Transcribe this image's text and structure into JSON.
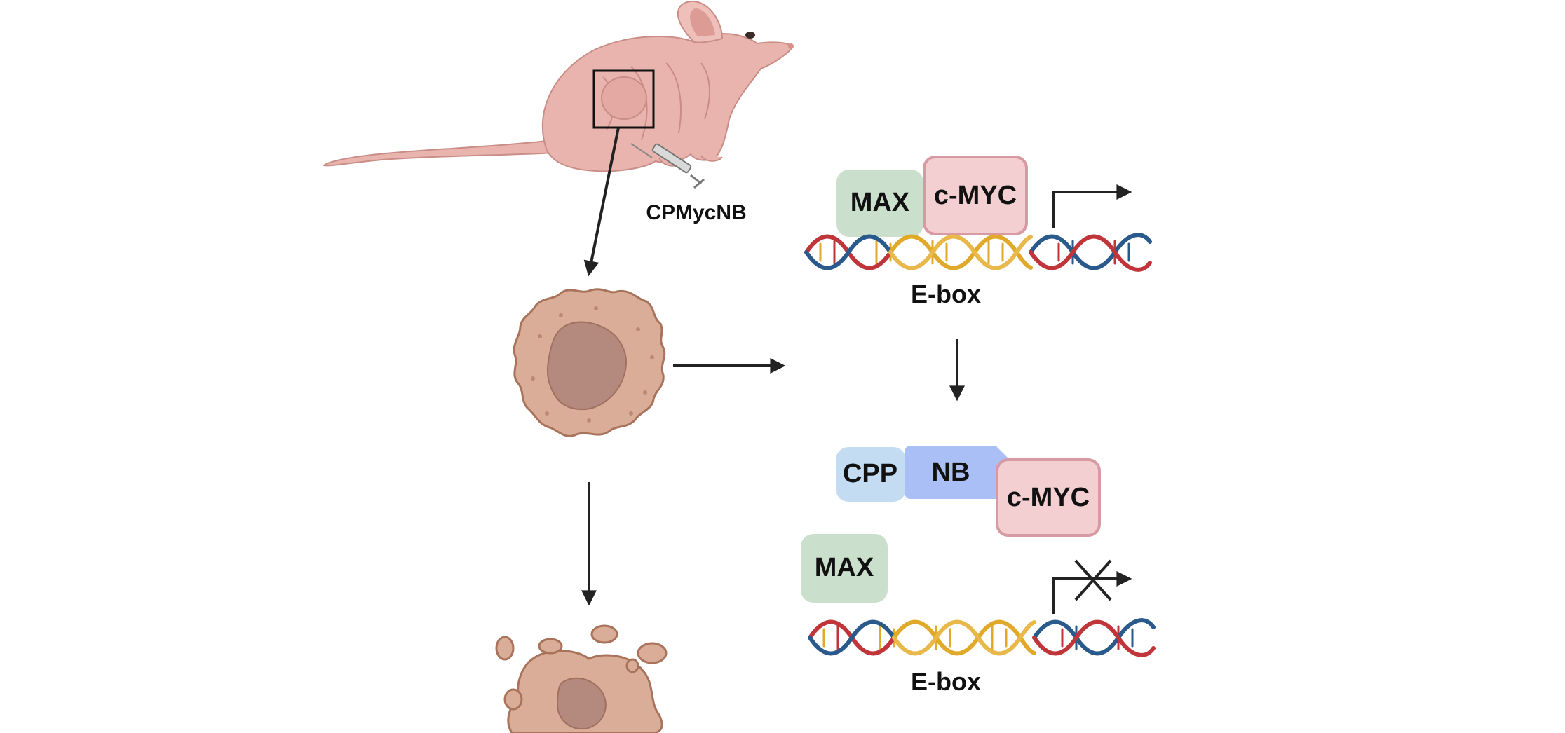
{
  "labels": {
    "injection": "CPMycNB",
    "ebox_top": "E-box",
    "ebox_bottom": "E-box",
    "max_top": "MAX",
    "cmyc_top": "c-MYC",
    "cpp": "CPP",
    "nb": "NB",
    "cmyc_bottom": "c-MYC",
    "max_bottom": "MAX"
  },
  "colors": {
    "mouse_body": "#e9b4ae",
    "mouse_outline": "#c98d86",
    "cell": "#d9ad97",
    "cell_outline": "#a8735a",
    "nucleus": "#b58a7e",
    "max": "#cbe0cc",
    "cmyc": "#f3cfd2",
    "cmyc_outline": "#d89aa2",
    "cpp": "#c3dcf2",
    "nb": "#a9bff5",
    "dna_red": "#c0353a",
    "dna_blue": "#2a5a8c",
    "dna_yellow": "#e0a92a",
    "arrow": "#222222"
  },
  "icons": [
    "mouse-illustration",
    "syringe-icon",
    "tumor-cell-icon",
    "fragmented-cell-icon",
    "dna-helix-icon",
    "transcription-arrow-icon",
    "blocked-transcription-icon"
  ]
}
